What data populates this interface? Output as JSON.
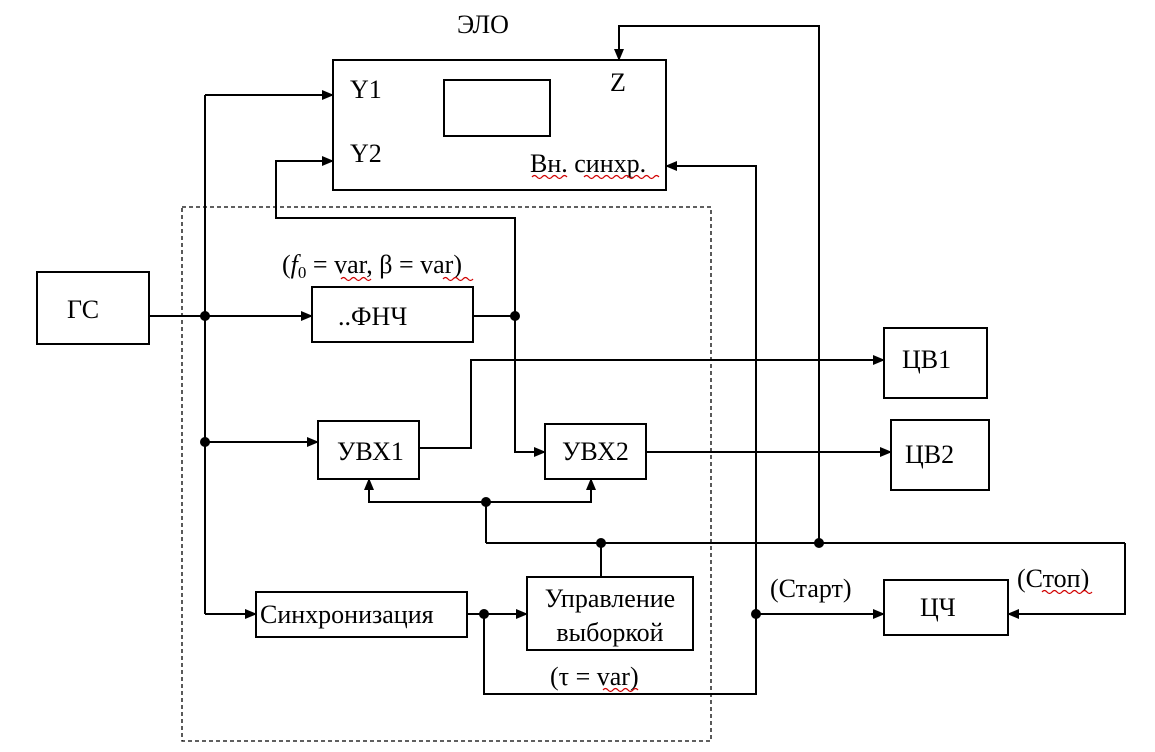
{
  "labels": {
    "elo": "ЭЛО",
    "y1": "Y1",
    "y2": "Y2",
    "z": "Z",
    "vn_sync": "Вн. синхр.",
    "gs": "ГС",
    "lpf_params_pre": "(",
    "lpf_params_f": "f",
    "lpf_params_sub": "0",
    "lpf_params_post": " = var, β = var)",
    "lpf": "..ФНЧ",
    "cv1": "ЦВ1",
    "cv2": "ЦВ2",
    "uvx1": "УВХ1",
    "uvx2": "УВХ2",
    "sync": "Синхронизация",
    "sampling_ctrl_1": "Управление",
    "sampling_ctrl_2": "выборкой",
    "tau": "(τ = var)",
    "start": "(Старт)",
    "stop": "(Стоп)",
    "counter": "ЦЧ"
  }
}
